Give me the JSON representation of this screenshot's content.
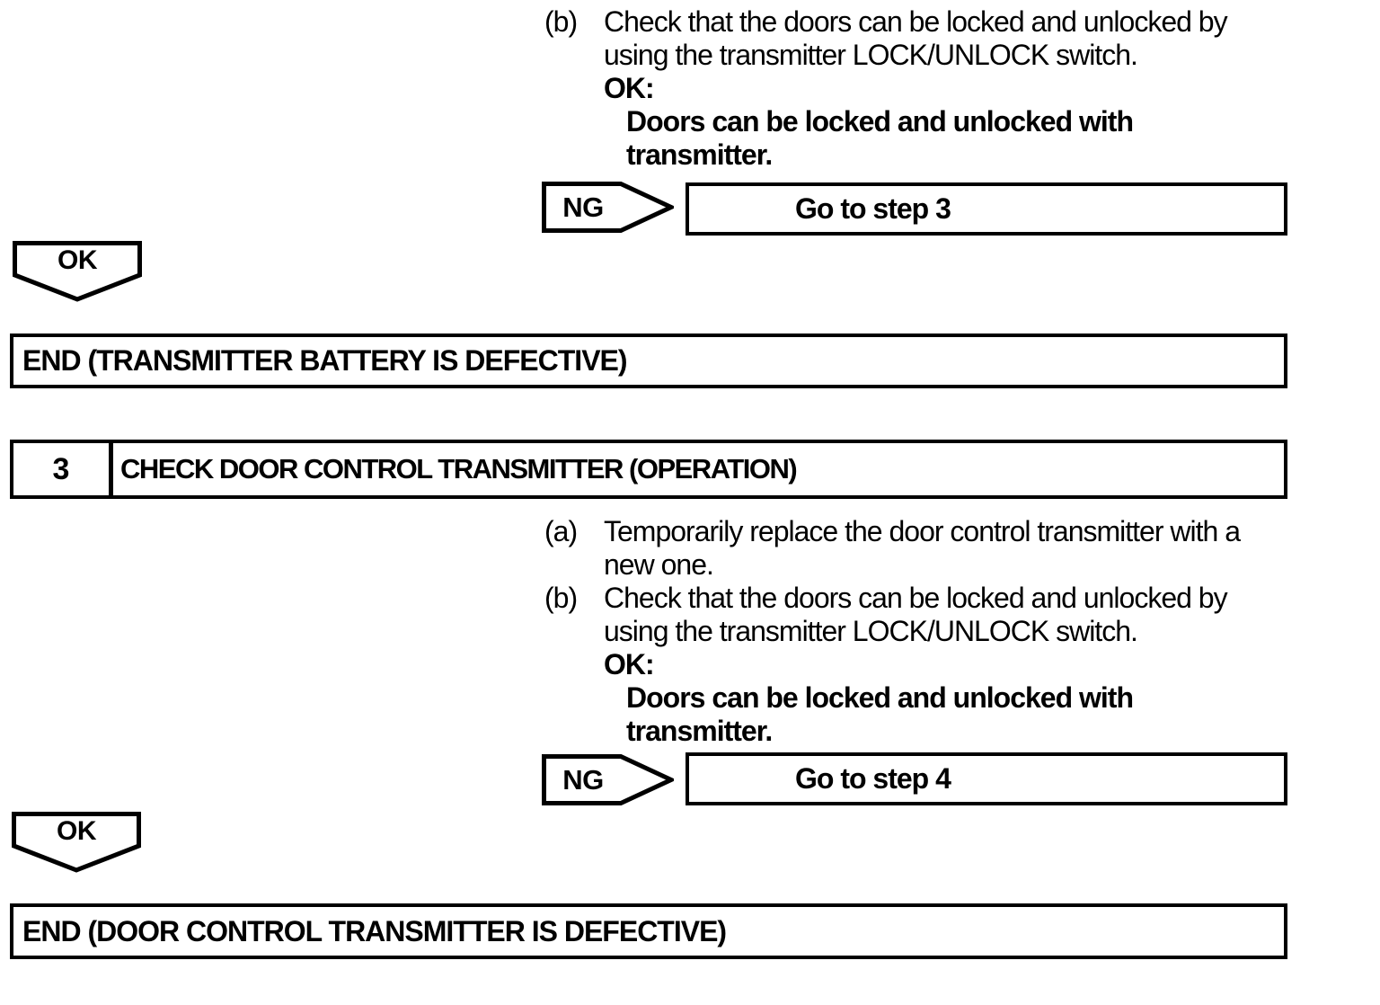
{
  "colors": {
    "ink": "#000000",
    "paper": "#ffffff"
  },
  "flow1": {
    "instruction": {
      "label": "(b)",
      "lines": [
        "Check that the doors can be locked and unlocked by",
        "using the transmitter LOCK/UNLOCK switch."
      ]
    },
    "ok_heading": "OK:",
    "ok_condition_lines": [
      "Doors can be locked and unlocked with",
      "transmitter."
    ],
    "ng_badge": "NG",
    "ng_action": "Go to step 3",
    "ok_badge": "OK",
    "end_result": "END (TRANSMITTER BATTERY IS DEFECTIVE)"
  },
  "flow2": {
    "step_number": "3",
    "step_title": "CHECK DOOR CONTROL TRANSMITTER (OPERATION)",
    "instruction_a": {
      "label": "(a)",
      "lines": [
        "Temporarily replace the door control transmitter with a",
        "new one."
      ]
    },
    "instruction_b": {
      "label": "(b)",
      "lines": [
        "Check that the doors can be locked and unlocked by",
        "using the transmitter LOCK/UNLOCK switch."
      ]
    },
    "ok_heading": "OK:",
    "ok_condition_lines": [
      "Doors can be locked and unlocked with",
      "transmitter."
    ],
    "ng_badge": "NG",
    "ng_action": "Go to step 4",
    "ok_badge": "OK",
    "end_result": "END (DOOR CONTROL TRANSMITTER IS DEFECTIVE)"
  }
}
